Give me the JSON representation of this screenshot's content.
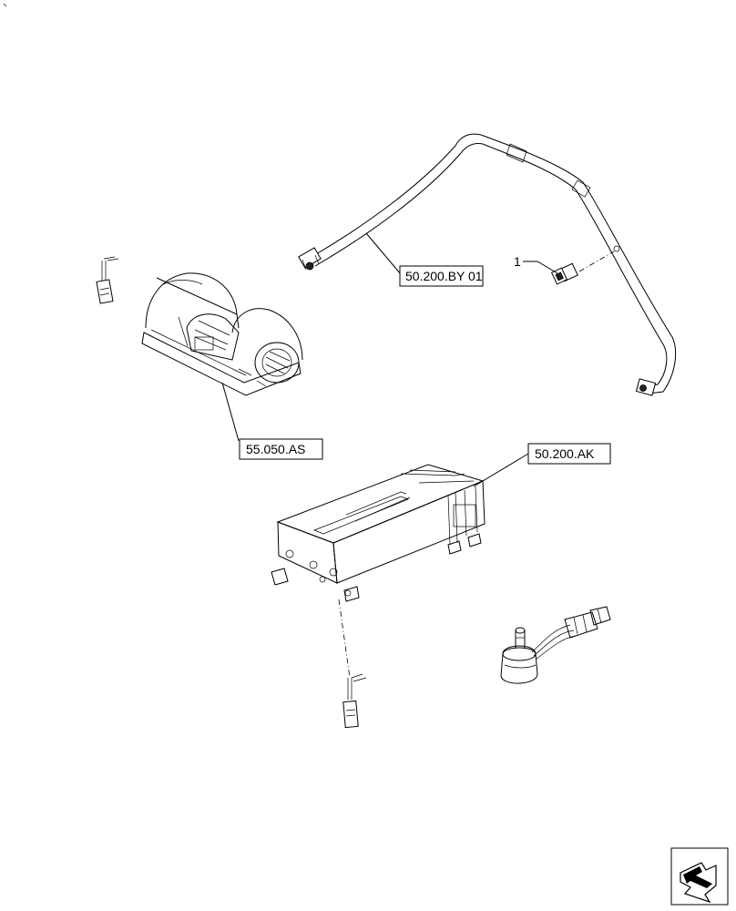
{
  "callouts": {
    "item_1": "1"
  },
  "references": {
    "hose_ref": "50.200.BY 01",
    "blower_ref": "55.050.AS",
    "module_ref": "50.200.AK"
  },
  "icons": {
    "corner": "next-page-arrow-icon"
  },
  "colors": {
    "line": "#000000",
    "background": "#ffffff"
  }
}
